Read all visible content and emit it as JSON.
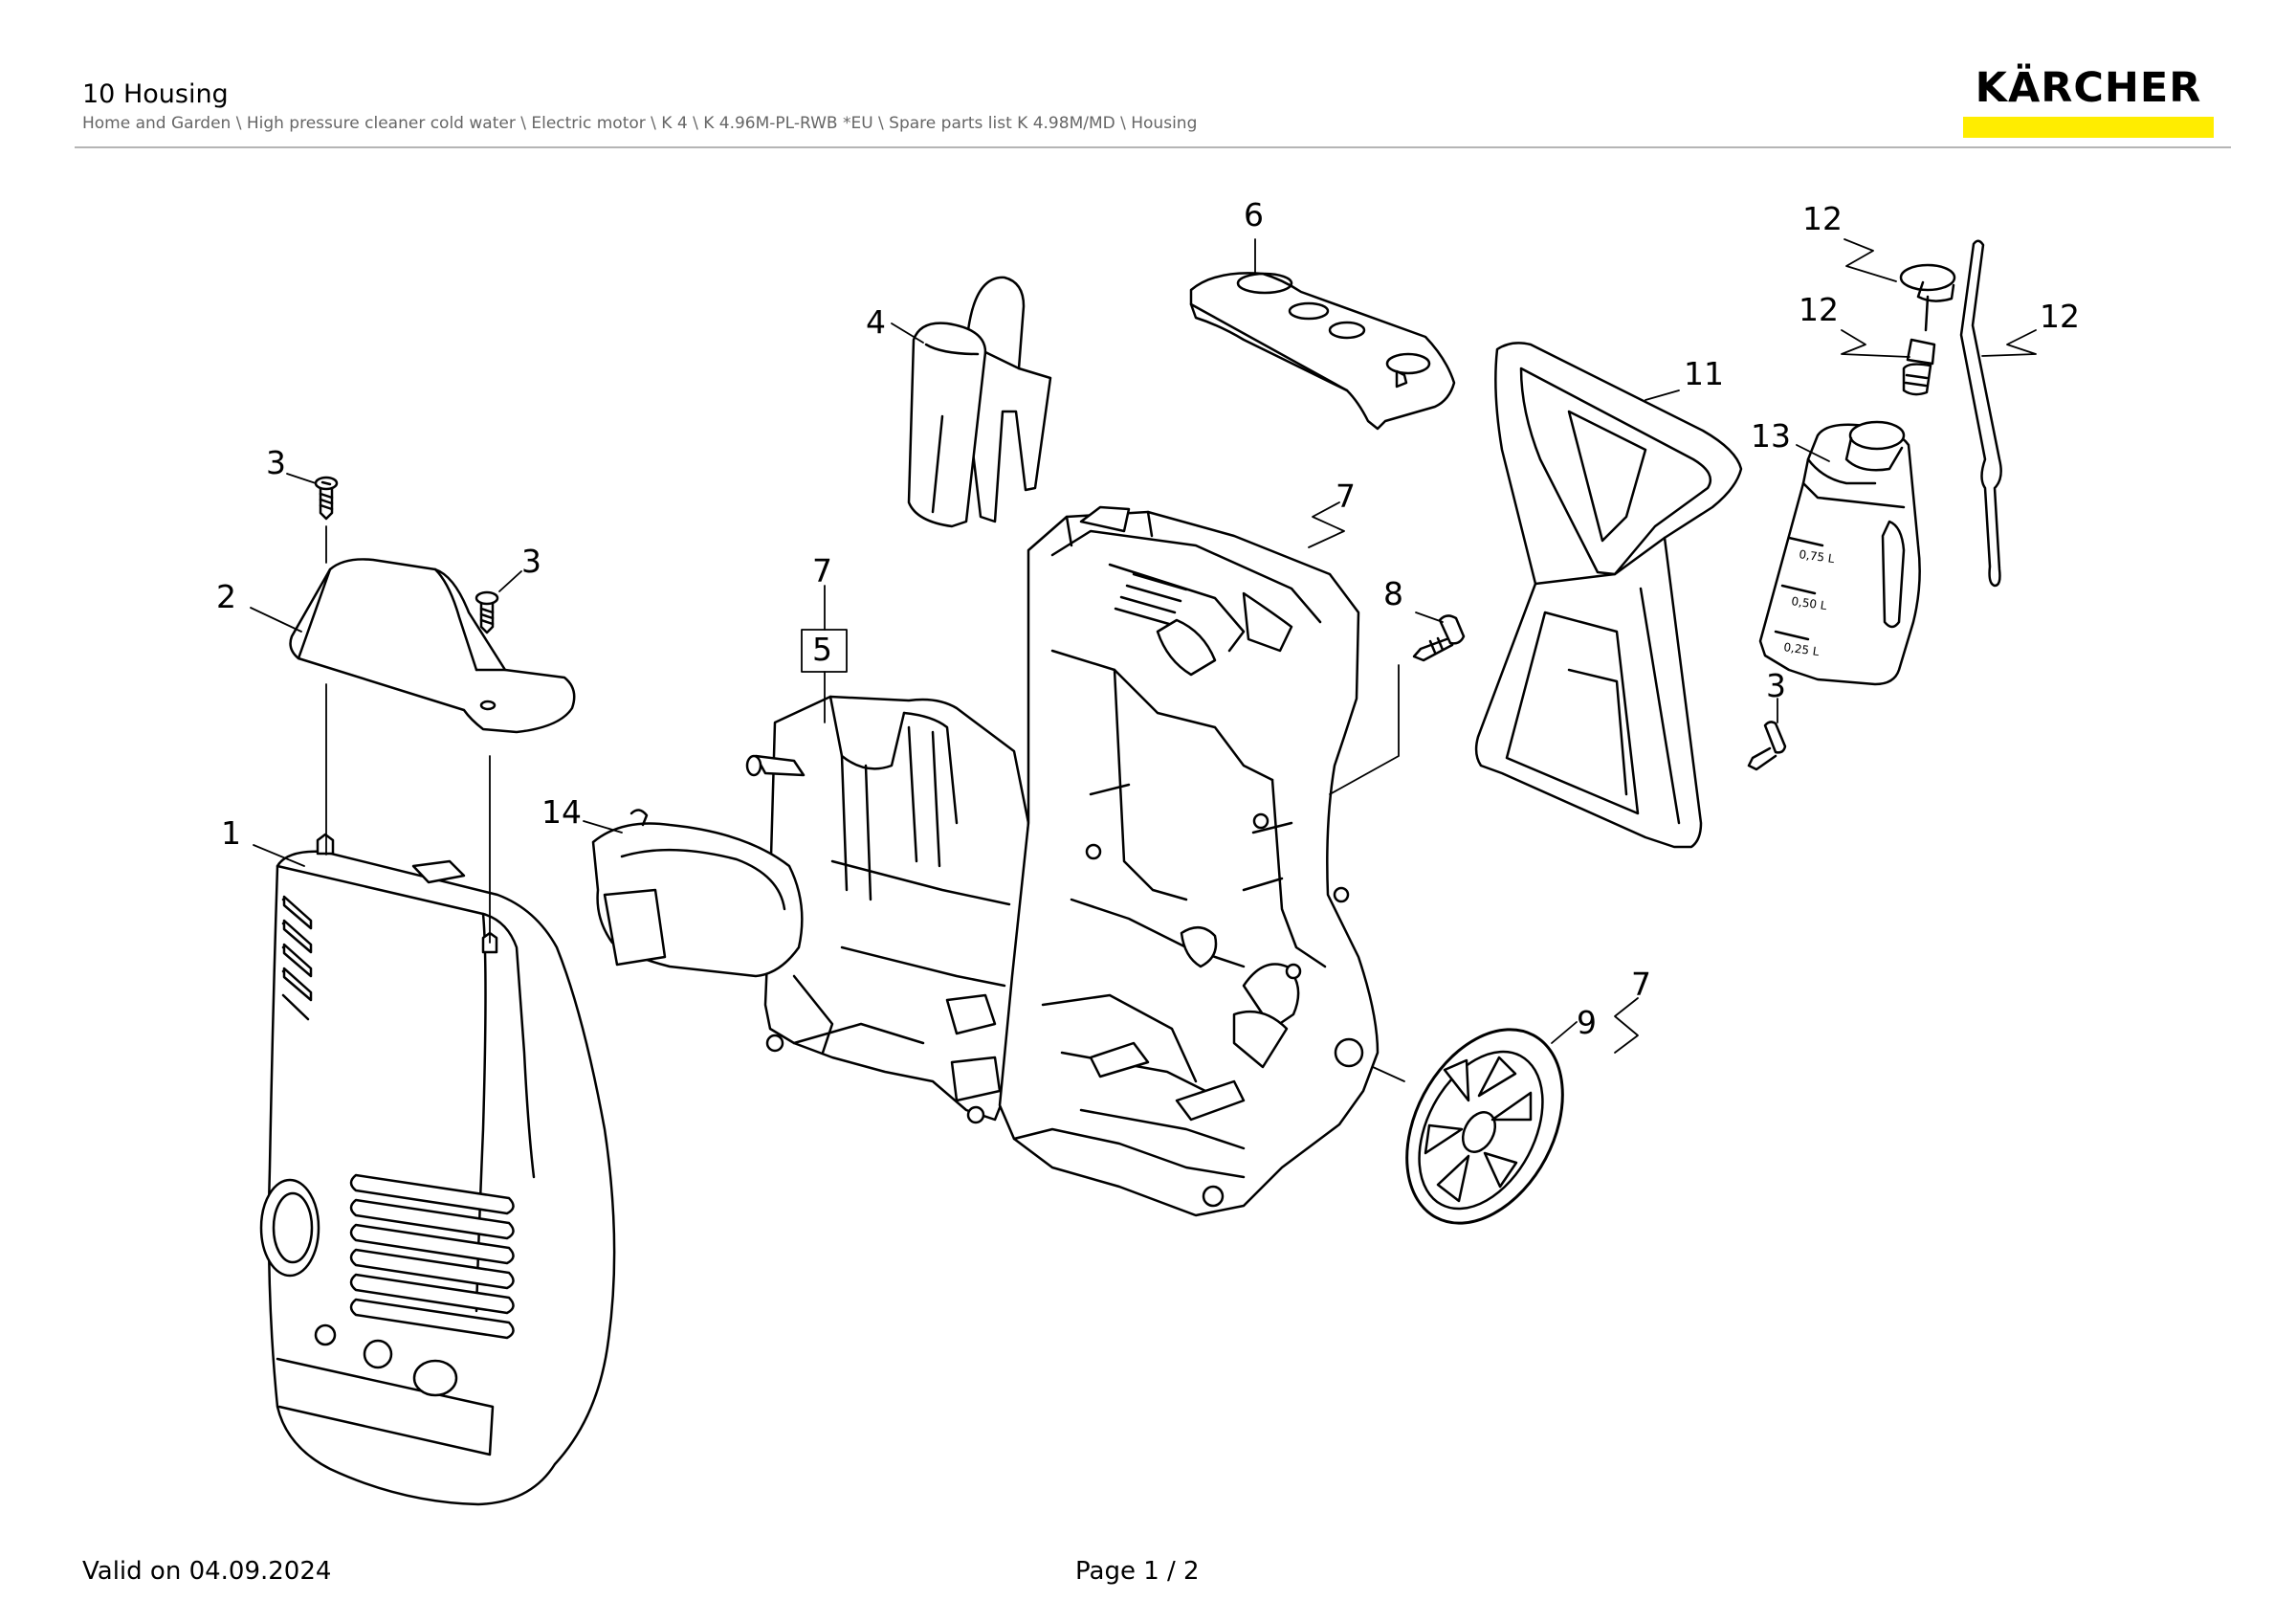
{
  "header": {
    "title": "10 Housing",
    "breadcrumb": "Home and Garden \\ High pressure cleaner cold water \\ Electric motor \\ K 4 \\ K 4.96M-PL-RWB *EU \\ Spare parts list K 4.98M/MD \\ Housing"
  },
  "logo": {
    "text": "KÄRCHER",
    "bar_color": "#ffed00"
  },
  "callouts": {
    "c1": "1",
    "c2": "2",
    "c3a": "3",
    "c3b": "3",
    "c3c": "3",
    "c4": "4",
    "c5": "5",
    "c6": "6",
    "c7a": "7",
    "c7b": "7",
    "c7c": "7",
    "c8": "8",
    "c9": "9",
    "c11": "11",
    "c12a": "12",
    "c12b": "12",
    "c12c": "12",
    "c13": "13",
    "c14": "14"
  },
  "bottle_marks": {
    "m1": "0,75 L",
    "m2": "0,50 L",
    "m3": "0,25 L"
  },
  "footer": {
    "valid": "Valid on 04.09.2024",
    "page": "Page 1 / 2"
  }
}
